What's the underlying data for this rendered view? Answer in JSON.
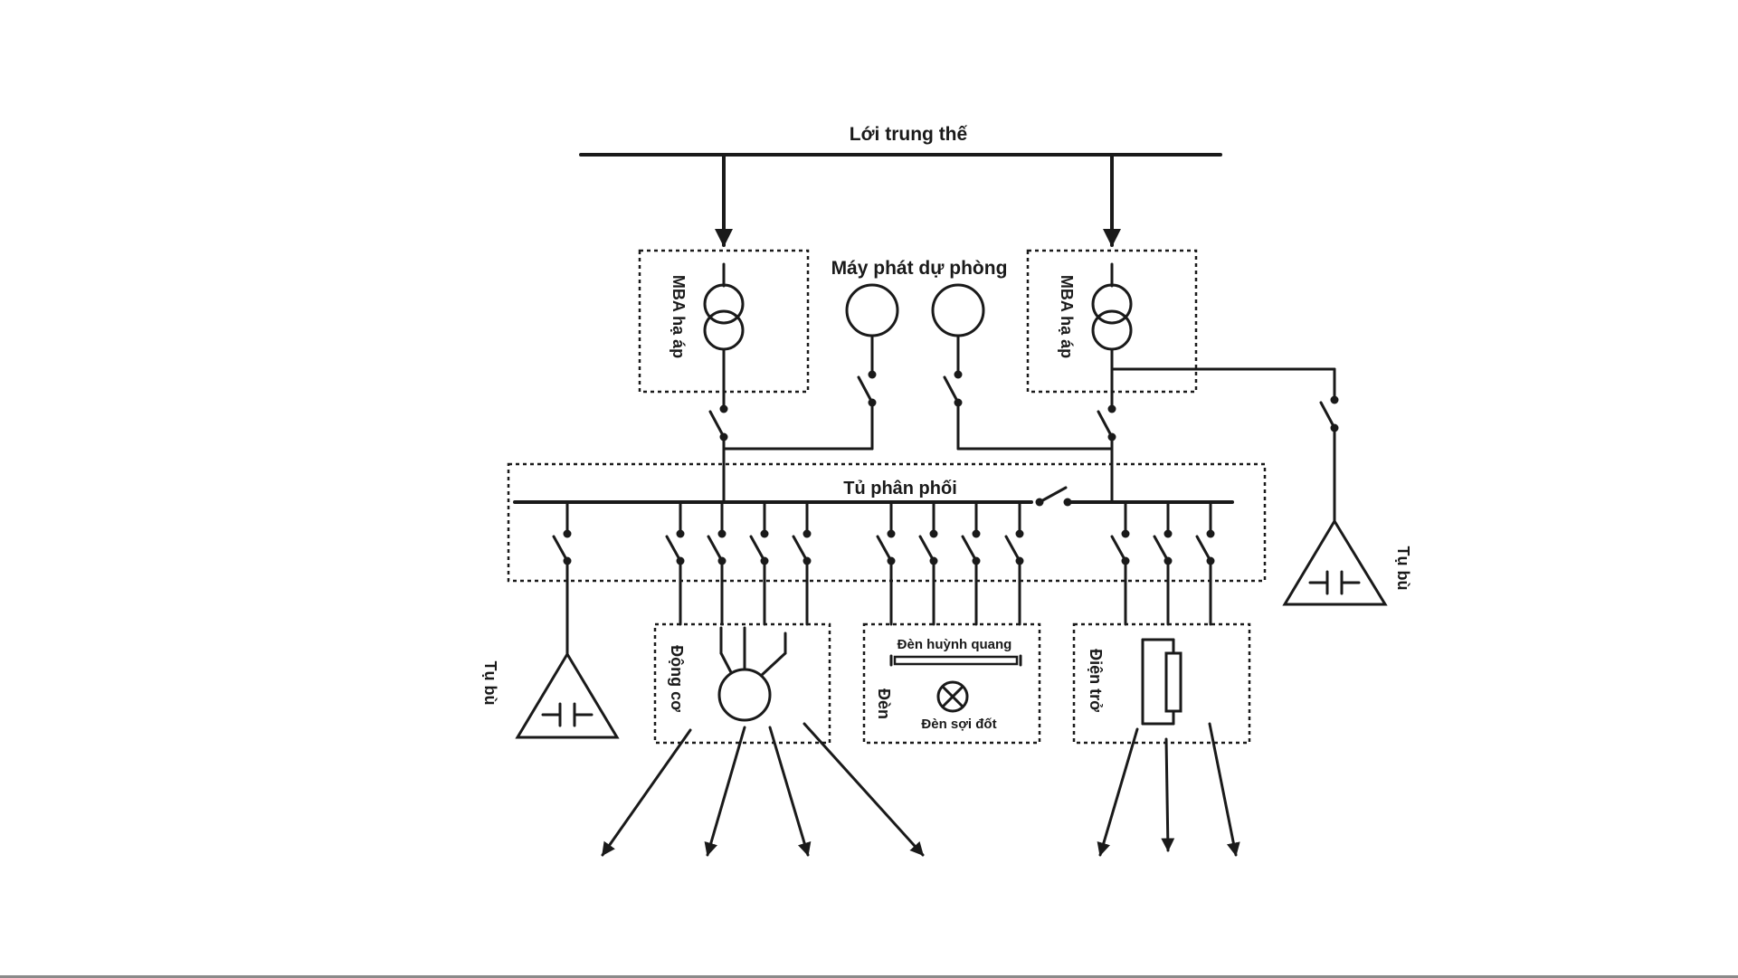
{
  "labels": {
    "grid": "Lới trung thế",
    "backup_generator": "Máy phát dự phòng",
    "transformer_left": "MBA hạ áp",
    "transformer_right": "MBA hạ áp",
    "distribution_cabinet": "Tủ phân phối",
    "capacitor_left": "Tụ bù",
    "capacitor_right": "Tụ bù",
    "motor": "Động cơ",
    "lamps": "Đèn",
    "fluorescent": "Đèn huỳnh quang",
    "incandescent": "Đèn sợi đốt",
    "resistor": "Điện trở"
  },
  "colors": {
    "ink": "#1a1a1a",
    "background": "#ffffff"
  }
}
